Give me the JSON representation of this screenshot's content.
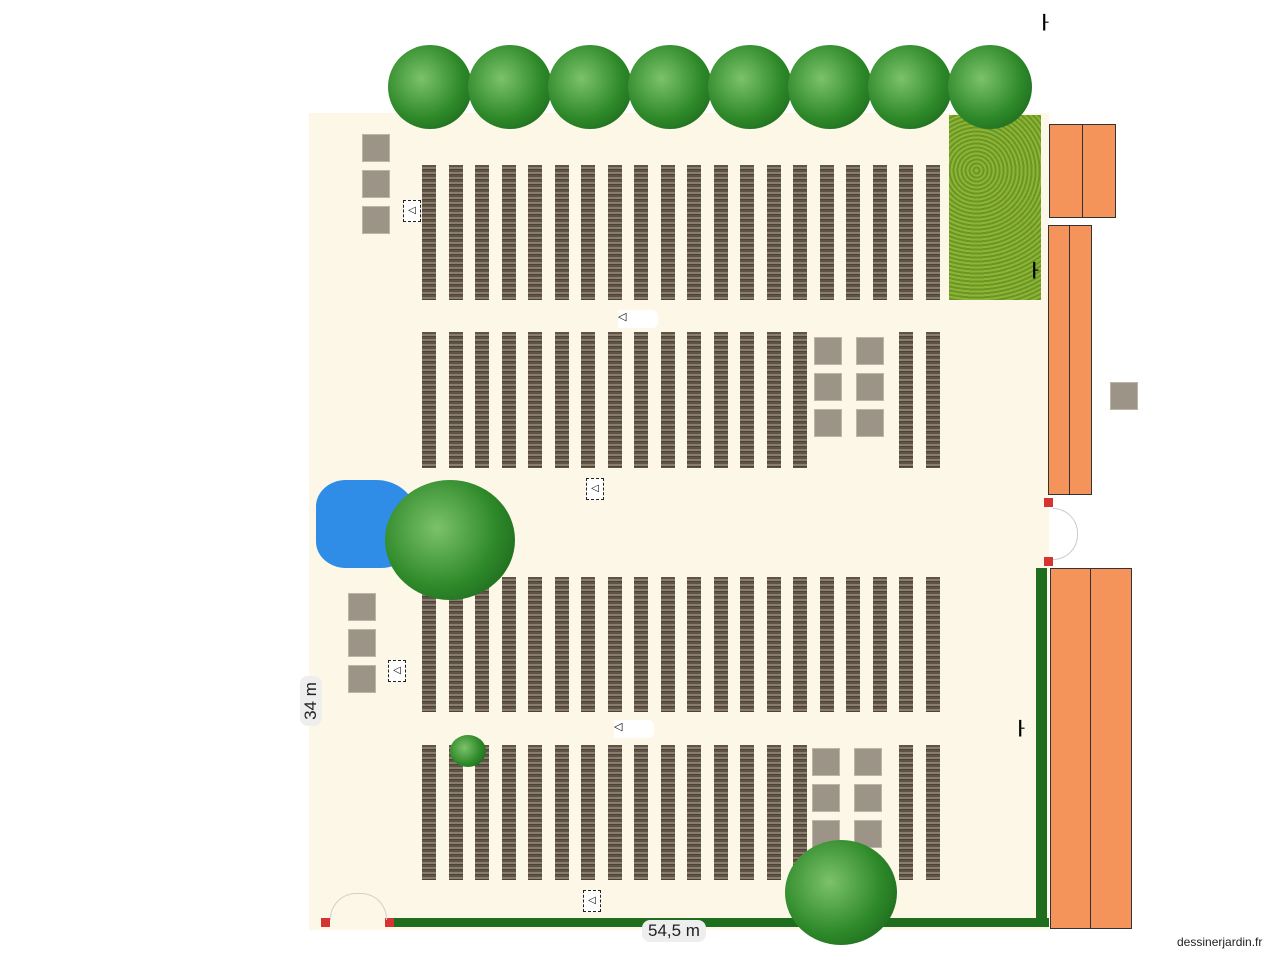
{
  "dimensions": {
    "height_label": "34 m",
    "width_label": "54,5 m",
    "center_label": "54,5 m"
  },
  "watermark": "dessinerjardin.fr",
  "colors": {
    "ground": "#fcf7e6",
    "lawn": "#7fa52b",
    "pond": "#2f8de8",
    "hedge": "#1e6e1e",
    "roof": "#f4935a",
    "gate": "#d63333"
  },
  "icons": [
    "tree-icon",
    "water-tap-icon",
    "bench-icon",
    "wheelbarrow-icon",
    "gate-icon",
    "paver-icon"
  ]
}
